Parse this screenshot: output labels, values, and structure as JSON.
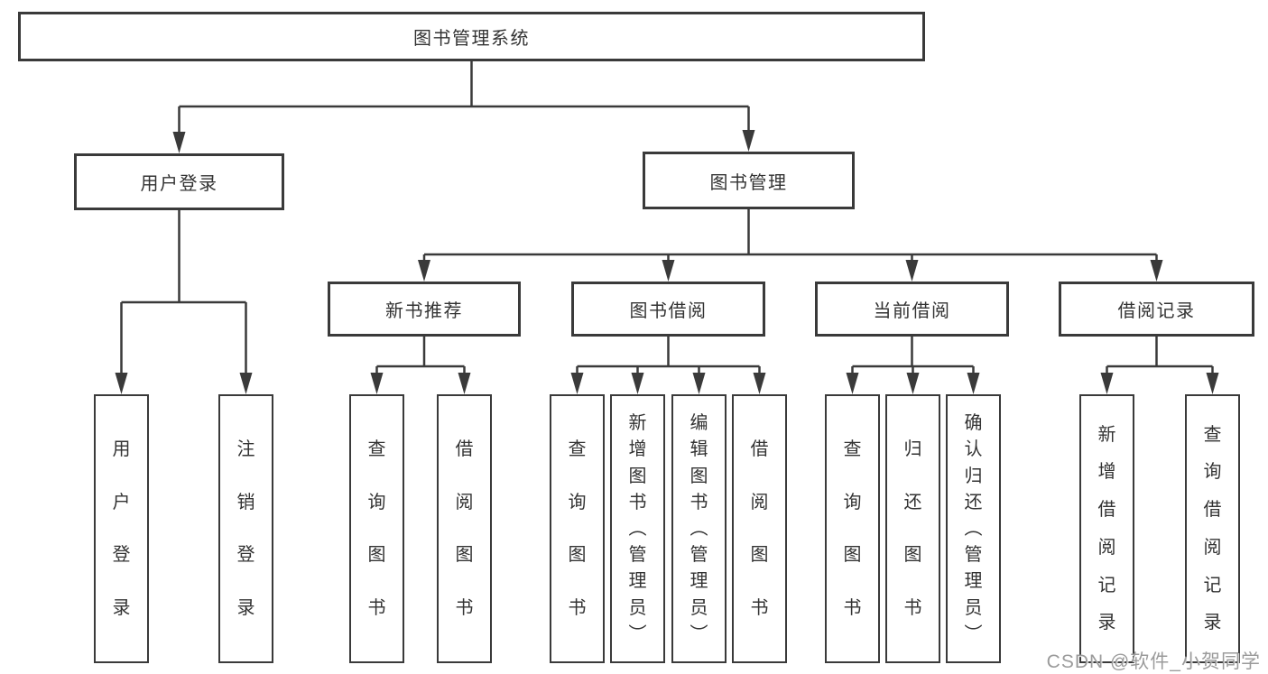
{
  "tree": {
    "root": {
      "label": "图书管理系统"
    },
    "branches": [
      {
        "label": "用户登录",
        "children": [
          {
            "label": "用户登录"
          },
          {
            "label": "注销登录"
          }
        ]
      },
      {
        "label": "图书管理",
        "children": [
          {
            "label": "新书推荐",
            "children": [
              {
                "label": "查询图书"
              },
              {
                "label": "借阅图书"
              }
            ]
          },
          {
            "label": "图书借阅",
            "children": [
              {
                "label": "查询图书"
              },
              {
                "label": "新增图书（管理员）"
              },
              {
                "label": "编辑图书（管理员）"
              },
              {
                "label": "借阅图书"
              }
            ]
          },
          {
            "label": "当前借阅",
            "children": [
              {
                "label": "查询图书"
              },
              {
                "label": "归还图书"
              },
              {
                "label": "确认归还（管理员）"
              }
            ]
          },
          {
            "label": "借阅记录",
            "children": [
              {
                "label": "新增借阅记录"
              },
              {
                "label": "查询借阅记录"
              }
            ]
          }
        ]
      }
    ]
  },
  "watermark": "CSDN @软件_小贺同学",
  "colors": {
    "line": "#3a3a3a",
    "text": "#333333",
    "background": "#ffffff",
    "watermark": "#9b9b9b"
  }
}
